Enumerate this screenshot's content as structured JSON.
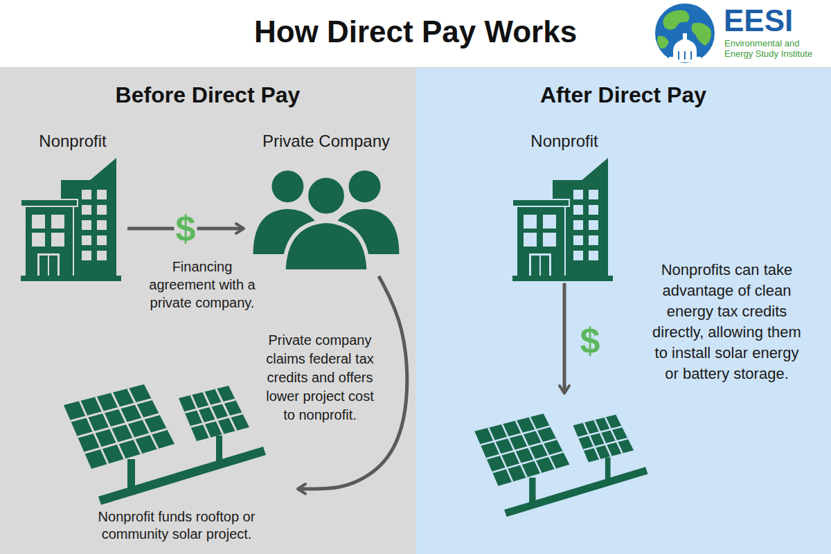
{
  "diagram": {
    "title": "How Direct Pay Works",
    "nodes": [
      {
        "text": [
          "Before Direct Pay"
        ]
      },
      {
        "text": [
          "Nonprofit"
        ],
        "in": 0
      },
      {
        "text": [
          "Private Company"
        ],
        "in": 0
      },
      {
        "text": [
          "Nonprofit funds rooftop or community solar project."
        ],
        "in": 0
      },
      {
        "text": [
          "After Direct Pay"
        ]
      },
      {
        "text": [
          "Nonprofit"
        ],
        "in": 4
      },
      {
        "text": [
          "Nonprofits can take advantage of clean energy tax credits directly, allowing them to install solar energy or battery storage."
        ],
        "in": 4
      }
    ],
    "edges": [
      {
        "from": 1,
        "to": 2,
        "arrow": "to",
        "label": "$"
      },
      {
        "from": 2,
        "to": 3,
        "arrow": "to",
        "label": "Private company claims federal tax credits and offers lower project cost to nonprofit."
      },
      {
        "from": 5,
        "to": 6,
        "arrow": "to",
        "label": "$"
      }
    ],
    "labels": [
      "Financing agreement with a private company.",
      "EESI",
      "Environmental and Energy Study Institute"
    ]
  }
}
